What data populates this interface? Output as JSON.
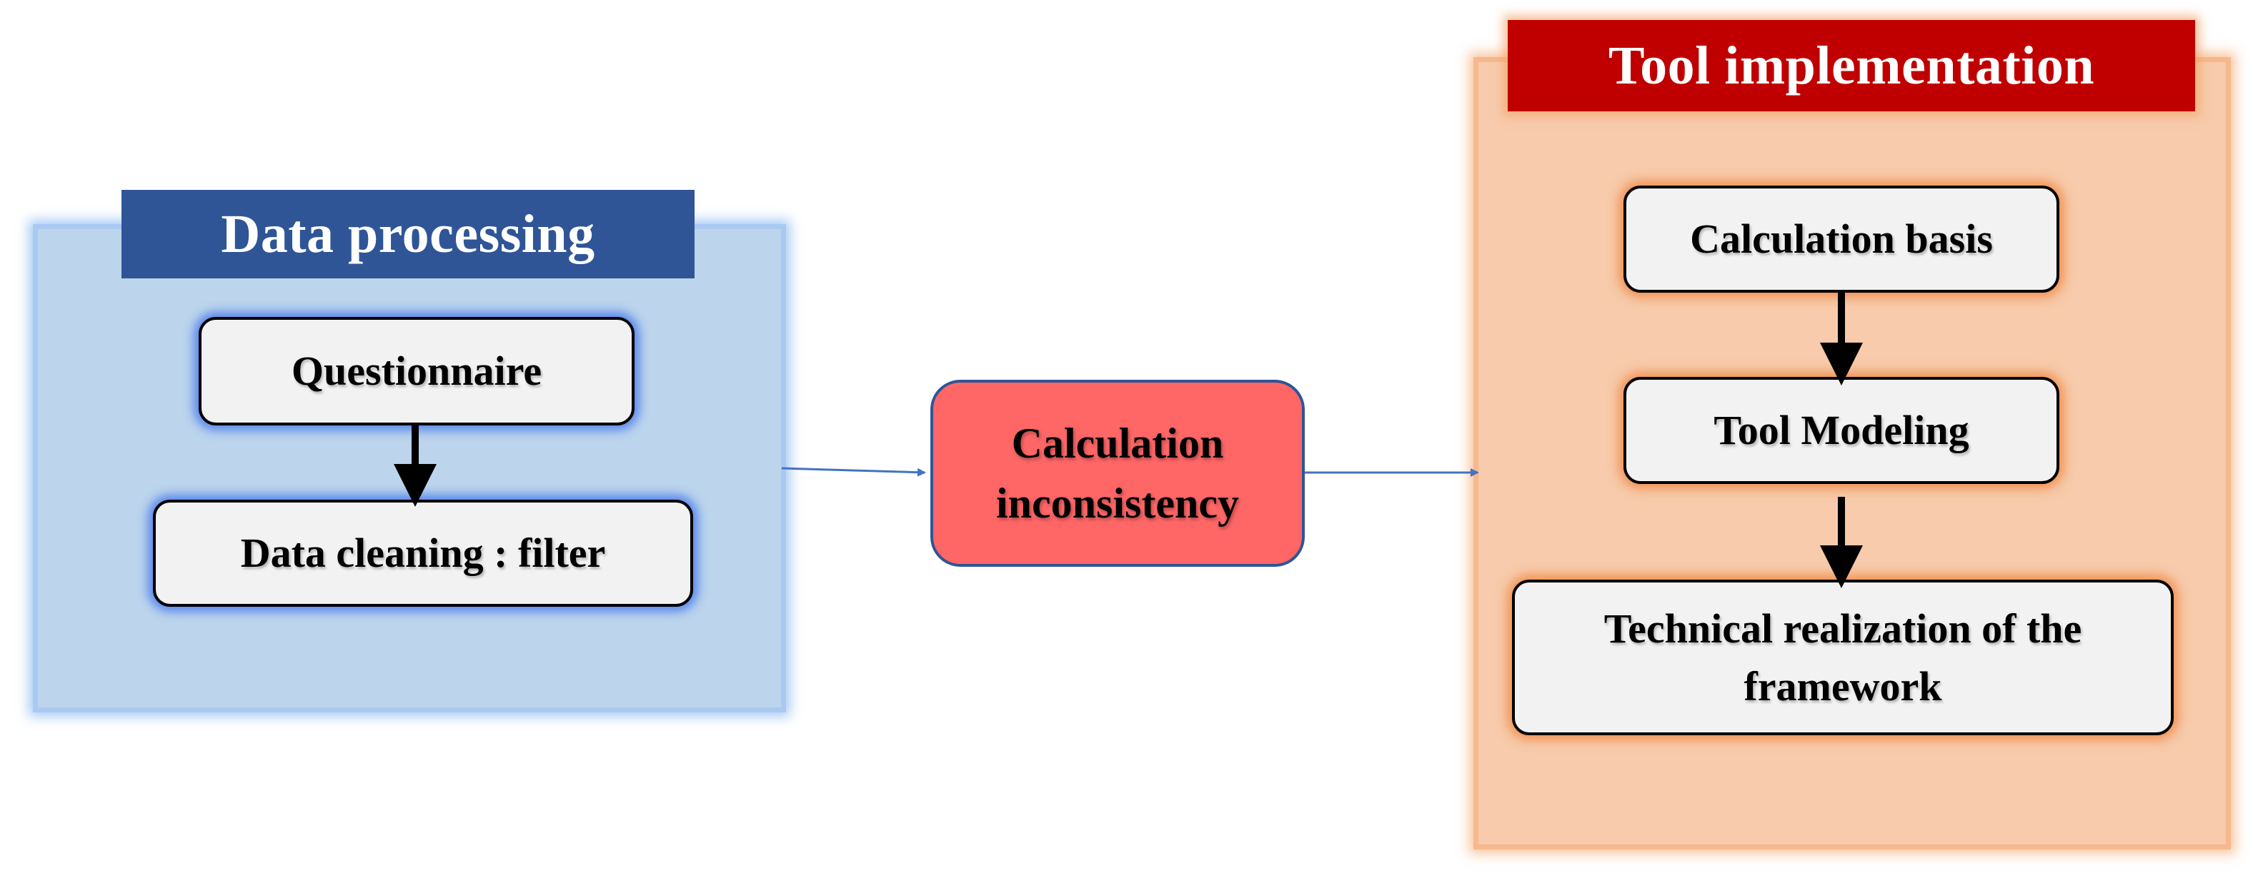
{
  "panels": {
    "data_processing": {
      "title": "Data processing",
      "steps": [
        "Questionnaire",
        "Data cleaning : filter"
      ]
    },
    "tool_implementation": {
      "title": "Tool implementation",
      "steps": [
        "Calculation basis",
        "Tool Modeling",
        "Technical realization of the framework"
      ]
    }
  },
  "center_node": {
    "label": "Calculation inconsistency"
  },
  "colors": {
    "data_panel_fill": "#bcd5ec",
    "data_header": "#2f5597",
    "tool_panel_fill": "#f7cbac",
    "tool_header": "#c00000",
    "center_node_fill": "#ff6666",
    "step_fill": "#f2f2f2",
    "connector": "#4472c4"
  }
}
